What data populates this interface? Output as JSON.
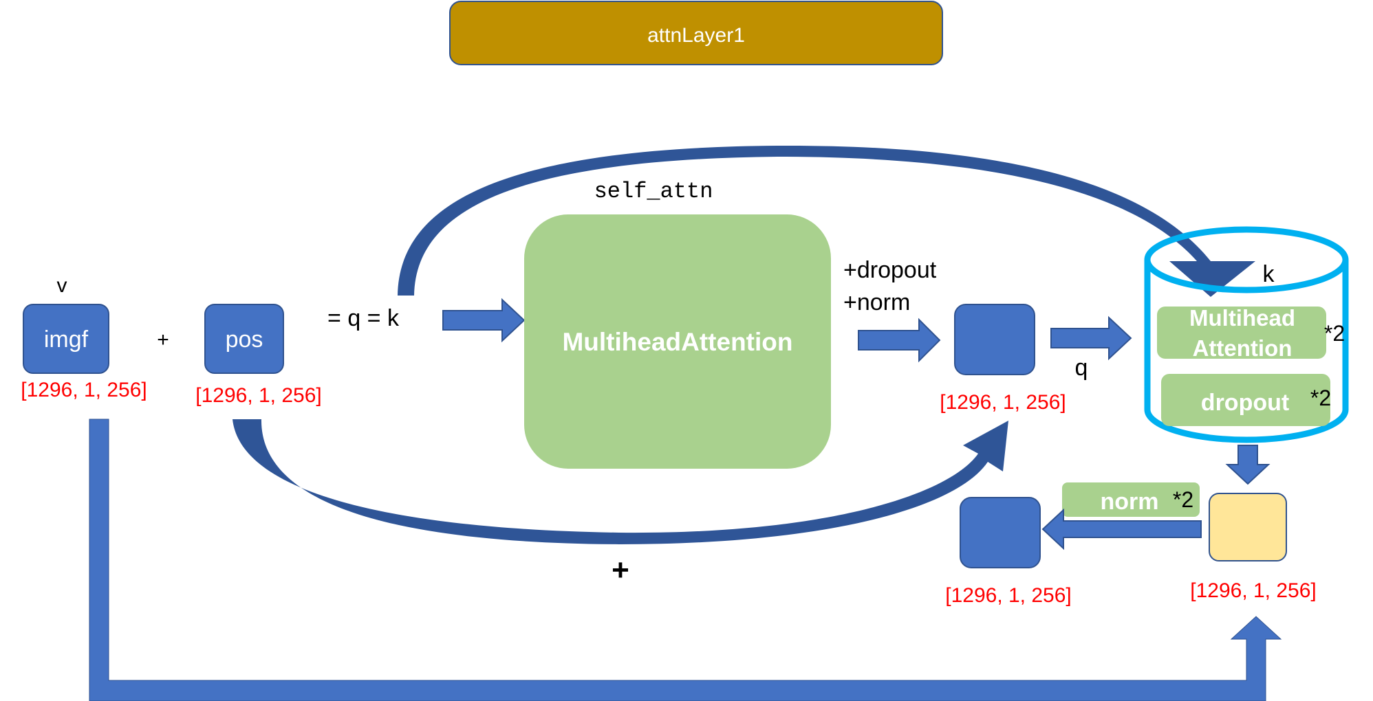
{
  "title": "attnLayer1",
  "colors": {
    "title_bg": "#bf9000",
    "tensor_blue": "#4472c4",
    "mha_green": "#a9d18e",
    "cylinder_cyan": "#00b0f0",
    "yellow_box": "#ffe699",
    "shape_label_red": "#ff0000"
  },
  "labels": {
    "v": "v",
    "imgf": "imgf",
    "plus_small": "+",
    "pos": "pos",
    "eq_qk": "= q = k",
    "self_attn": "self_attn",
    "mha": "MultiheadAttention",
    "plus_dropout": "+dropout",
    "plus_norm": "+norm",
    "q": "q",
    "k": "k",
    "cyl_mha_line1": "Multihead",
    "cyl_mha_line2": "Attention",
    "times2_mha": "*2",
    "dropout": "dropout",
    "times2_dropout": "*2",
    "norm": "norm",
    "times2_norm": "*2",
    "plus_big": "+"
  },
  "shapes": {
    "imgf": "[1296, 1, 256]",
    "pos": "[1296, 1, 256]",
    "after_attn": "[1296, 1, 256]",
    "output": "[1296, 1, 256]",
    "yellow": "[1296, 1, 256]"
  }
}
